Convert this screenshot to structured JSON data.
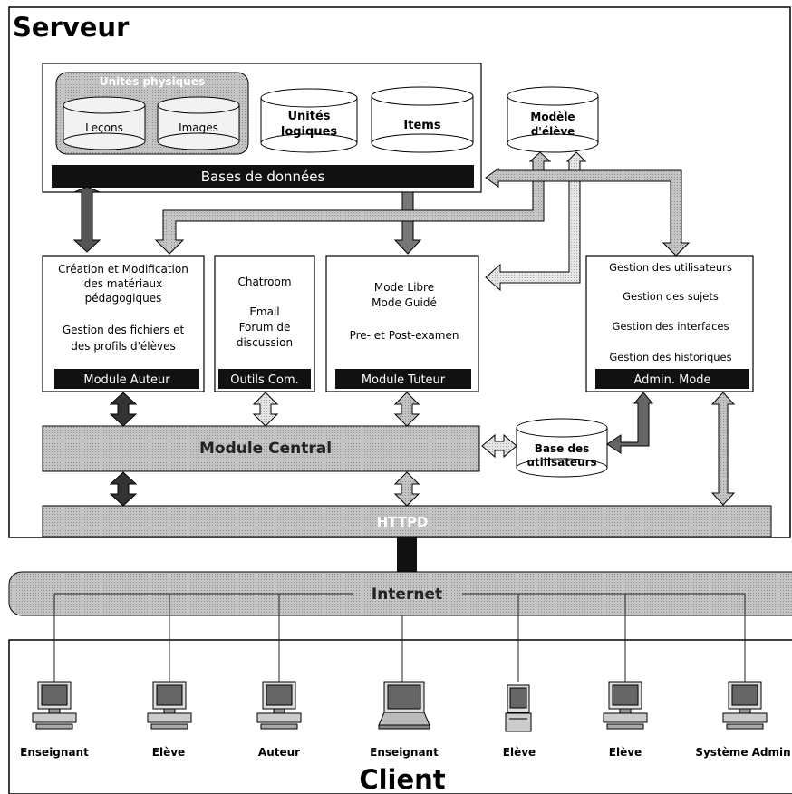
{
  "server": {
    "title": "Serveur"
  },
  "databases": {
    "group_label": "Unités physiques",
    "lecons": "Leçons",
    "images": "Images",
    "unites_logiques_1": "Unités",
    "unites_logiques_2": "logiques",
    "items": "Items",
    "modele_1": "Modèle",
    "modele_2": "d'élève",
    "bar_label": "Bases de données"
  },
  "module_auteur": {
    "line1": "Création et Modification",
    "line2": "des matériaux",
    "line3": "pédagogiques",
    "line4": "Gestion des fichiers et",
    "line5": "des profils d'élèves",
    "label": "Module Auteur"
  },
  "outils_com": {
    "line1": "Chatroom",
    "line2": "Email",
    "line3": "Forum de",
    "line4": "discussion",
    "label": "Outils Com."
  },
  "module_tuteur": {
    "line1": "Mode Libre",
    "line2": "Mode Guidé",
    "line3": "Pre- et Post-examen",
    "label": "Module Tuteur"
  },
  "admin_mode": {
    "line1": "Gestion des utilisateurs",
    "line2": "Gestion des sujets",
    "line3": "Gestion des interfaces",
    "line4": "Gestion des historiques",
    "label": "Admin. Mode"
  },
  "module_central": {
    "label": "Module Central"
  },
  "base_utilisateurs": {
    "line1": "Base des",
    "line2": "utilisateurs"
  },
  "httpd": {
    "label": "HTTPD"
  },
  "internet": {
    "label": "Internet"
  },
  "clients": [
    {
      "label": "Enseignant",
      "icon": "desktop-computer-icon"
    },
    {
      "label": "Elève",
      "icon": "desktop-computer-icon"
    },
    {
      "label": "Auteur",
      "icon": "desktop-computer-icon"
    },
    {
      "label": "Enseignant",
      "icon": "laptop-computer-icon"
    },
    {
      "label": "Elève",
      "icon": "tower-computer-icon"
    },
    {
      "label": "Elève",
      "icon": "desktop-computer-icon"
    },
    {
      "label": "Système Admin",
      "icon": "desktop-computer-icon"
    }
  ],
  "client": {
    "title": "Client"
  },
  "colors": {
    "gray_fill": "#b3b3b3",
    "dark_bar": "#111111",
    "light_cyl": "#f2f2f2",
    "arrow_dark": "#555555",
    "arrow_light": "#9a9a9a"
  }
}
